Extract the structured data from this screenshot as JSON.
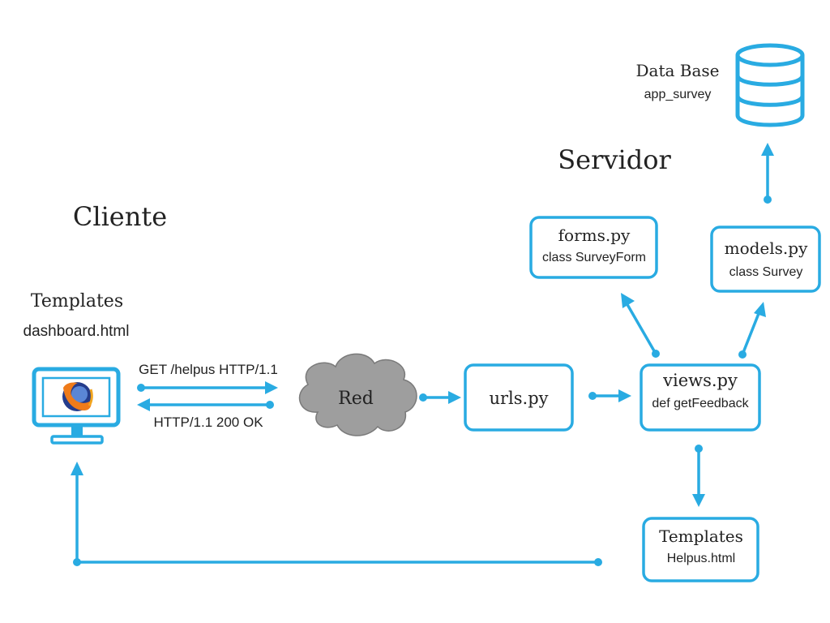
{
  "colors": {
    "accent": "#29abe2",
    "cloud": "#9e9e9e",
    "text": "#222222"
  },
  "sections": {
    "client": "Cliente",
    "server": "Servidor"
  },
  "client_templates": {
    "title": "Templates",
    "file": "dashboard.html",
    "icon": "monitor-firefox-icon"
  },
  "requests": {
    "get": "GET /helpus HTTP/1.1",
    "response": "HTTP/1.1 200 OK"
  },
  "network": {
    "label": "Red",
    "icon": "cloud-icon"
  },
  "urls": {
    "title": "urls.py"
  },
  "views": {
    "title": "views.py",
    "detail": "def getFeedback"
  },
  "forms": {
    "title": "forms.py",
    "detail": "class SurveyForm"
  },
  "models": {
    "title": "models.py",
    "detail": "class Survey"
  },
  "database": {
    "title": "Data Base",
    "detail": "app_survey",
    "icon": "database-icon"
  },
  "server_templates": {
    "title": "Templates",
    "detail": "Helpus.html"
  }
}
